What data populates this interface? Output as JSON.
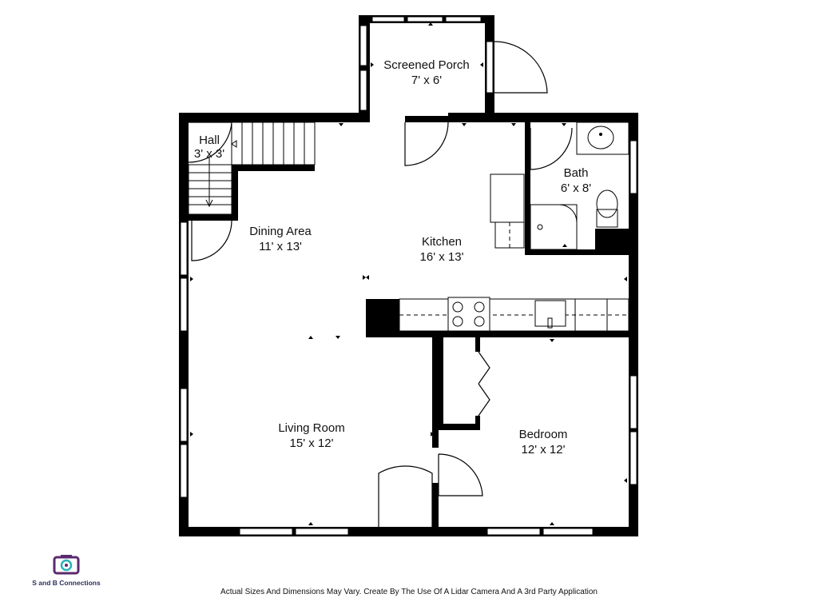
{
  "rooms": {
    "porch": {
      "name": "Screened Porch",
      "size": "7' x 6'"
    },
    "hall": {
      "name": "Hall",
      "size": "3' x 3'"
    },
    "bath": {
      "name": "Bath",
      "size": "6' x 8'"
    },
    "dining": {
      "name": "Dining Area",
      "size": "11' x 13'"
    },
    "kitchen": {
      "name": "Kitchen",
      "size": "16' x 13'"
    },
    "living": {
      "name": "Living Room",
      "size": "15' x 12'"
    },
    "bedroom": {
      "name": "Bedroom",
      "size": "12' x 12'"
    }
  },
  "branding": {
    "company": "S and B Connections"
  },
  "footer": {
    "disclaimer": "Actual Sizes And Dimensions May Vary. Create By The Use Of A Lidar Camera And A 3rd Party Application"
  },
  "colors": {
    "wall": "#000000",
    "background": "#ffffff",
    "logo": "#5a2a6e",
    "logo_accent": "#2bb3b8"
  }
}
